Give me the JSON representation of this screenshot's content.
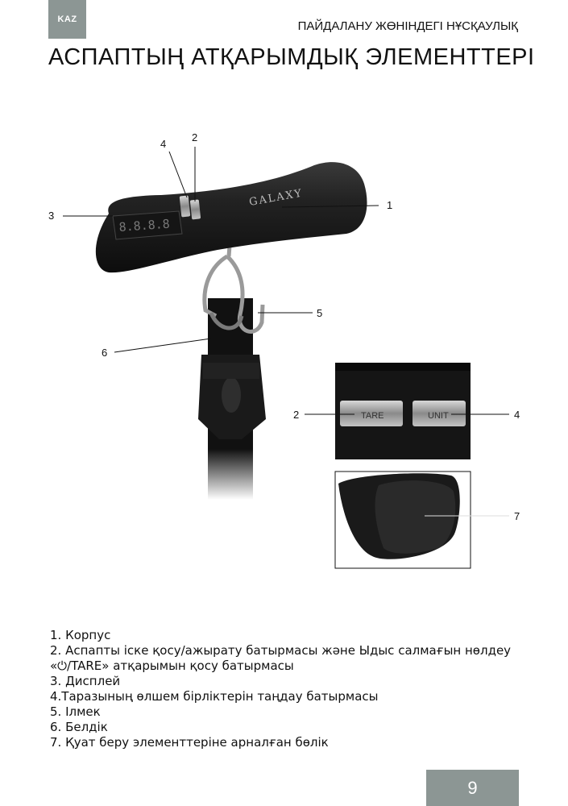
{
  "header": {
    "lang": "KAZ",
    "title": "ПАЙДАЛАНУ ЖӨНІНДЕГІ НҰСҚАУЛЫҚ"
  },
  "page_title": "АСПАПТЫҢ АТҚАРЫМДЫҚ ЭЛЕМЕНТТЕРІ",
  "figure": {
    "brand": "GALAXY",
    "callouts": {
      "c1": "1",
      "c2": "2",
      "c3": "3",
      "c4": "4",
      "c5": "5",
      "c6": "6",
      "inset_c2": "2",
      "inset_c4": "4",
      "inset_c7": "7"
    },
    "button_tare": "TARE",
    "button_unit": "UNIT"
  },
  "legend": [
    "1. Корпус",
    "2. Аспапты іске қосу/ажырату батырмасы және Ыдыс салмағын нөлдеу",
    "«⏻/TARE» атқарымын қосу батырмасы",
    "3. Дисплей",
    "4.Таразының өлшем бірліктерін таңдау батырмасы",
    "5. Ілмек",
    "6. Белдік",
    "7. Қуат беру элементтеріне арналған бөлік"
  ],
  "page_number": "9"
}
